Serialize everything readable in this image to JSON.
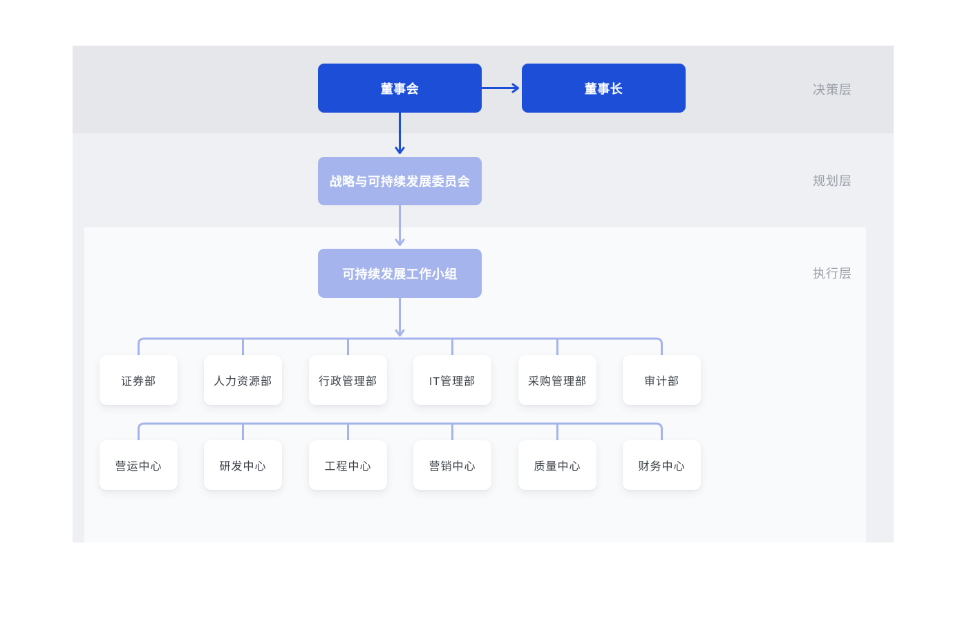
{
  "layers": {
    "decision": "决策层",
    "planning": "规划层",
    "execution": "执行层"
  },
  "nodes": {
    "board": "董事会",
    "chairman": "董事长",
    "committee": "战略与可持续发展委员会",
    "workgroup": "可持续发展工作小组"
  },
  "departments": {
    "row1": [
      "证券部",
      "人力资源部",
      "行政管理部",
      "IT管理部",
      "采购管理部",
      "审计部"
    ],
    "row2": [
      "营运中心",
      "研发中心",
      "工程中心",
      "营销中心",
      "质量中心",
      "财务中心"
    ]
  },
  "colors": {
    "primary_blue": "#1d4ed8",
    "light_blue_node": "#a5b4ec",
    "connector_blue": "#a5b4ec",
    "band_decision": "#e6e7eb",
    "band_planning": "#eef0f3",
    "band_execution": "#eef0f3",
    "execution_panel": "#f9fafb",
    "layer_label_gray": "#9aa0a8",
    "dept_text": "#3b4046",
    "dept_box": "#ffffff"
  }
}
